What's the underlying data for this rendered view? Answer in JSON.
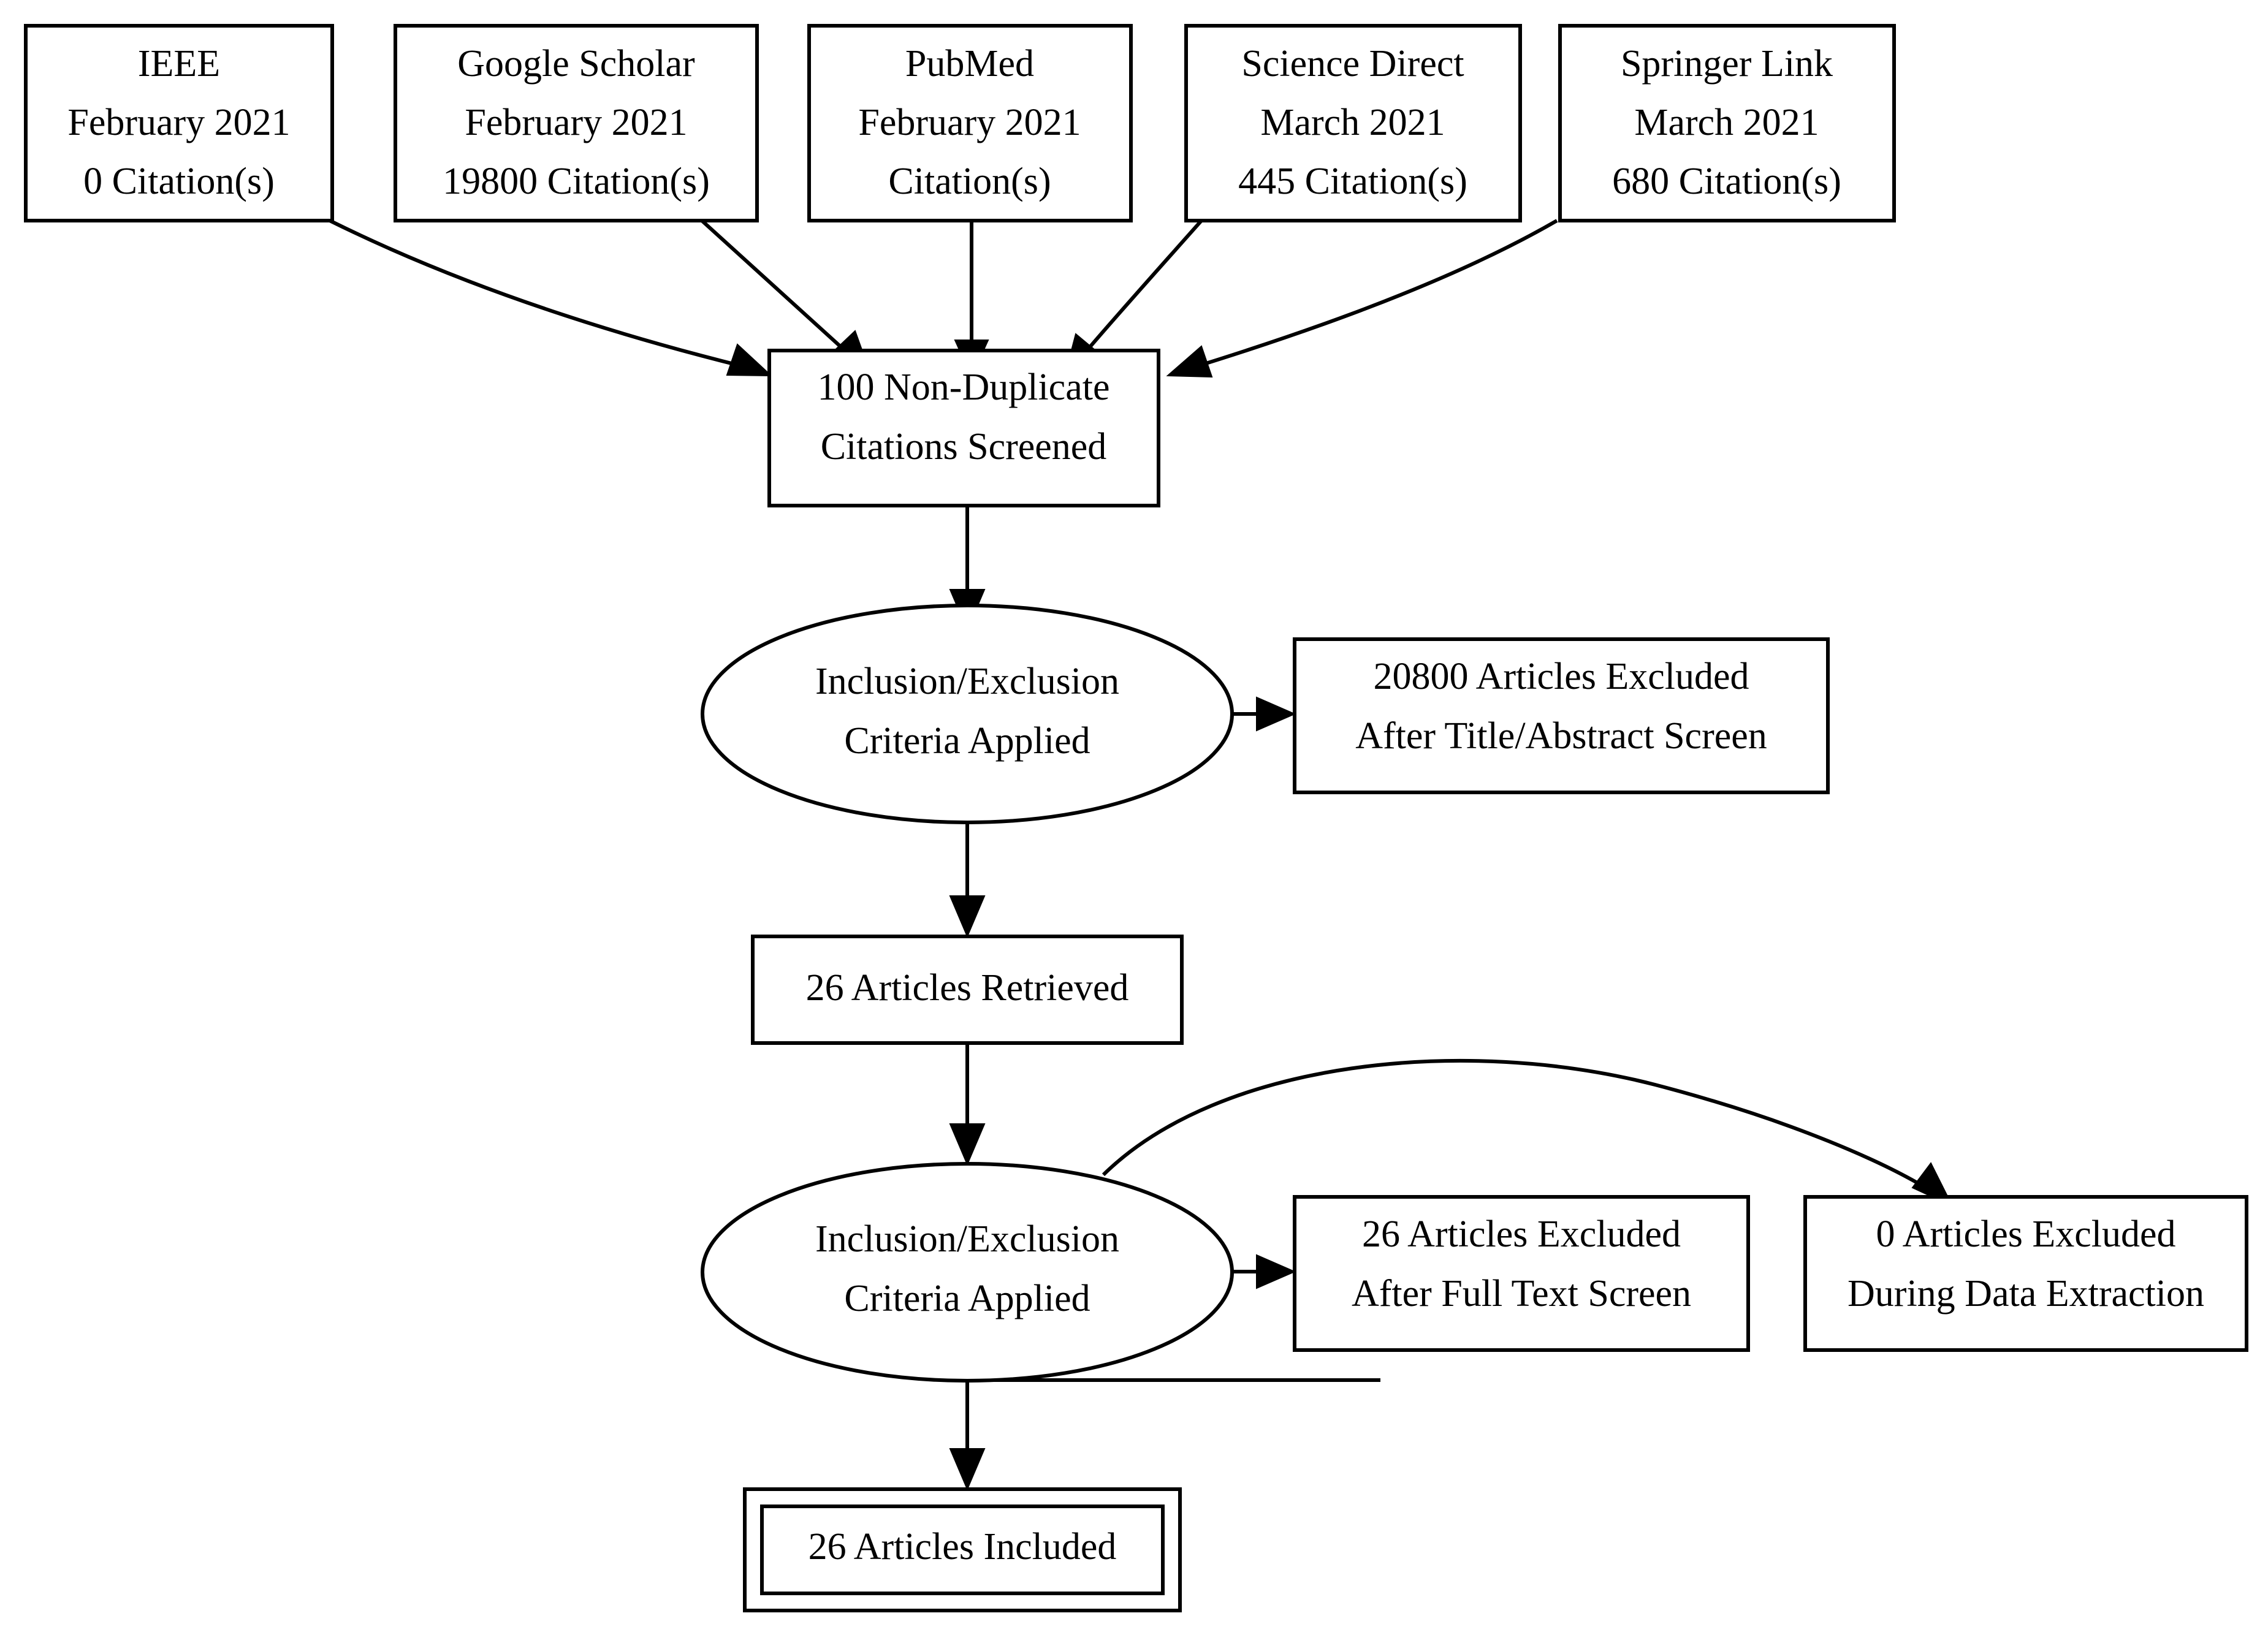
{
  "diagram": {
    "type": "prisma-flow-diagram",
    "title": "",
    "background_color": "#ffffff",
    "node_fill": "#ffffff",
    "node_stroke": "#000000",
    "text_color": "#000000"
  },
  "sources": [
    {
      "id": "ieee",
      "name": "IEEE",
      "date": "February 2021",
      "citations": "0 Citation(s)"
    },
    {
      "id": "google-scholar",
      "name": "Google Scholar",
      "date": "February 2021",
      "citations": "19800 Citation(s)"
    },
    {
      "id": "pubmed",
      "name": "PubMed",
      "date": "February 2021",
      "citations": "Citation(s)"
    },
    {
      "id": "science-direct",
      "name": "Science Direct",
      "date": "March 2021",
      "citations": "445 Citation(s)"
    },
    {
      "id": "springer-link",
      "name": "Springer Link",
      "date": "March 2021",
      "citations": "680 Citation(s)"
    }
  ],
  "stages": {
    "screened": {
      "line1": "100 Non-Duplicate",
      "line2": "Citations Screened"
    },
    "criteria_title_screen": {
      "line1": "Inclusion/Exclusion",
      "line2": "Criteria Applied"
    },
    "excluded_title_abstract": {
      "line1": "20800 Articles Excluded",
      "line2": "After Title/Abstract Screen"
    },
    "retrieved": {
      "line1": "26 Articles Retrieved"
    },
    "criteria_full_text": {
      "line1": "Inclusion/Exclusion",
      "line2": "Criteria Applied"
    },
    "excluded_full_text": {
      "line1": "26 Articles Excluded",
      "line2": "After Full Text Screen"
    },
    "excluded_data_extraction": {
      "line1": "0 Articles Excluded",
      "line2": "During Data Extraction"
    },
    "included": {
      "line1": "26 Articles Included"
    }
  },
  "chart_data": {
    "type": "diagram",
    "title": "PRISMA Study Selection Flow",
    "nodes": [
      {
        "id": "ieee",
        "shape": "rect",
        "labels": [
          "IEEE",
          "February 2021",
          "0 Citation(s)"
        ]
      },
      {
        "id": "google-scholar",
        "shape": "rect",
        "labels": [
          "Google Scholar",
          "February 2021",
          "19800 Citation(s)"
        ]
      },
      {
        "id": "pubmed",
        "shape": "rect",
        "labels": [
          "PubMed",
          "February 2021",
          "Citation(s)"
        ]
      },
      {
        "id": "science-direct",
        "shape": "rect",
        "labels": [
          "Science Direct",
          "March 2021",
          "445 Citation(s)"
        ]
      },
      {
        "id": "springer-link",
        "shape": "rect",
        "labels": [
          "Springer Link",
          "March 2021",
          "680 Citation(s)"
        ]
      },
      {
        "id": "screened",
        "shape": "rect",
        "labels": [
          "100 Non-Duplicate",
          "Citations Screened"
        ]
      },
      {
        "id": "criteria1",
        "shape": "ellipse",
        "labels": [
          "Inclusion/Exclusion",
          "Criteria Applied"
        ]
      },
      {
        "id": "excluded1",
        "shape": "rect",
        "labels": [
          "20800 Articles Excluded",
          "After Title/Abstract Screen"
        ]
      },
      {
        "id": "retrieved",
        "shape": "rect",
        "labels": [
          "26 Articles Retrieved"
        ]
      },
      {
        "id": "criteria2",
        "shape": "ellipse",
        "labels": [
          "Inclusion/Exclusion",
          "Criteria Applied"
        ]
      },
      {
        "id": "excluded2",
        "shape": "rect",
        "labels": [
          "26 Articles Excluded",
          "After Full Text Screen"
        ]
      },
      {
        "id": "excluded3",
        "shape": "rect",
        "labels": [
          "0 Articles Excluded",
          "During Data Extraction"
        ]
      },
      {
        "id": "included",
        "shape": "rect-double",
        "labels": [
          "26 Articles Included"
        ]
      }
    ],
    "edges": [
      {
        "from": "ieee",
        "to": "screened"
      },
      {
        "from": "google-scholar",
        "to": "screened"
      },
      {
        "from": "pubmed",
        "to": "screened"
      },
      {
        "from": "science-direct",
        "to": "screened"
      },
      {
        "from": "springer-link",
        "to": "screened"
      },
      {
        "from": "screened",
        "to": "criteria1"
      },
      {
        "from": "criteria1",
        "to": "excluded1"
      },
      {
        "from": "criteria1",
        "to": "retrieved"
      },
      {
        "from": "retrieved",
        "to": "criteria2"
      },
      {
        "from": "criteria2",
        "to": "excluded2"
      },
      {
        "from": "criteria2",
        "to": "excluded3"
      },
      {
        "from": "criteria2",
        "to": "included"
      }
    ]
  }
}
